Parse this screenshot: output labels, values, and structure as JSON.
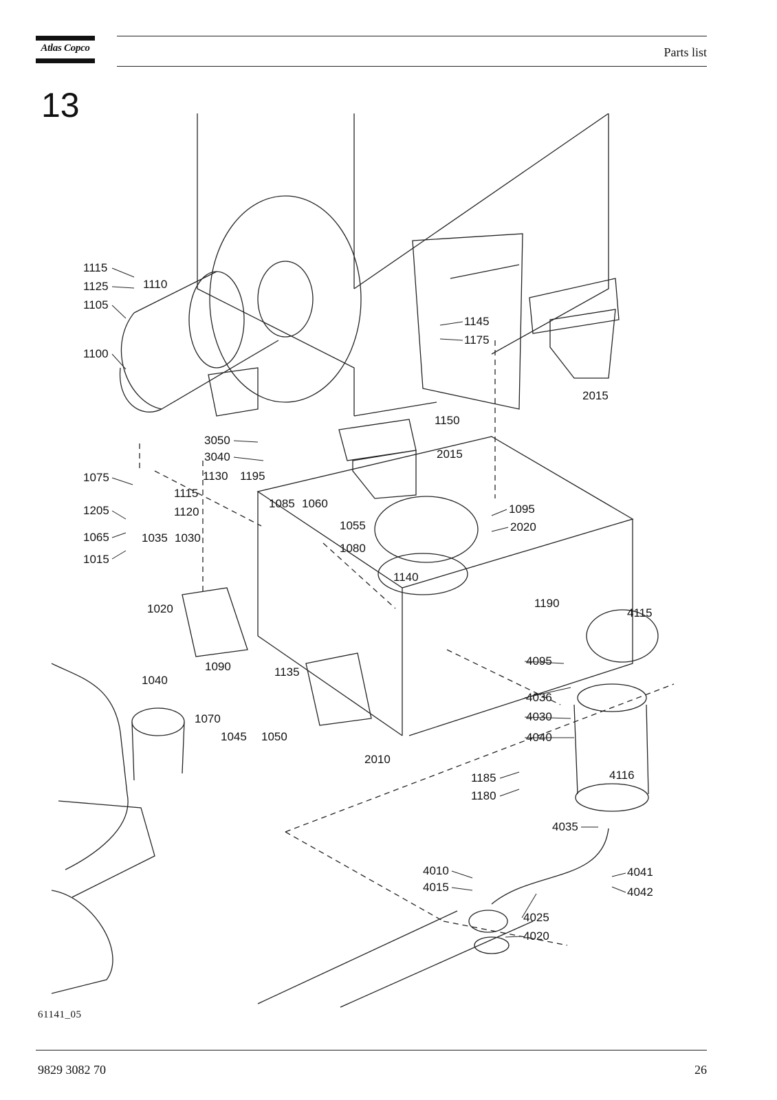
{
  "header": {
    "brand": "Atlas Copco",
    "title": "Parts list"
  },
  "section_number": "13",
  "figure": {
    "id": "61141_05",
    "callouts": [
      "1115",
      "1125",
      "1110",
      "1105",
      "1100",
      "1145",
      "1175",
      "2015",
      "1150",
      "3050",
      "3040",
      "2015",
      "1075",
      "1130",
      "1195",
      "1115",
      "1120",
      "1085",
      "1060",
      "1095",
      "1205",
      "1065",
      "1035",
      "1030",
      "1055",
      "2020",
      "1015",
      "1080",
      "1140",
      "1190",
      "4115",
      "1020",
      "4095",
      "1090",
      "1135",
      "1040",
      "4036",
      "1070",
      "4030",
      "1045",
      "1050",
      "4040",
      "2010",
      "4116",
      "1185",
      "1180",
      "4035",
      "4010",
      "4041",
      "4015",
      "4042",
      "4025",
      "4020"
    ]
  },
  "footer": {
    "doc_number": "9829 3082 70",
    "page_number": "26"
  }
}
